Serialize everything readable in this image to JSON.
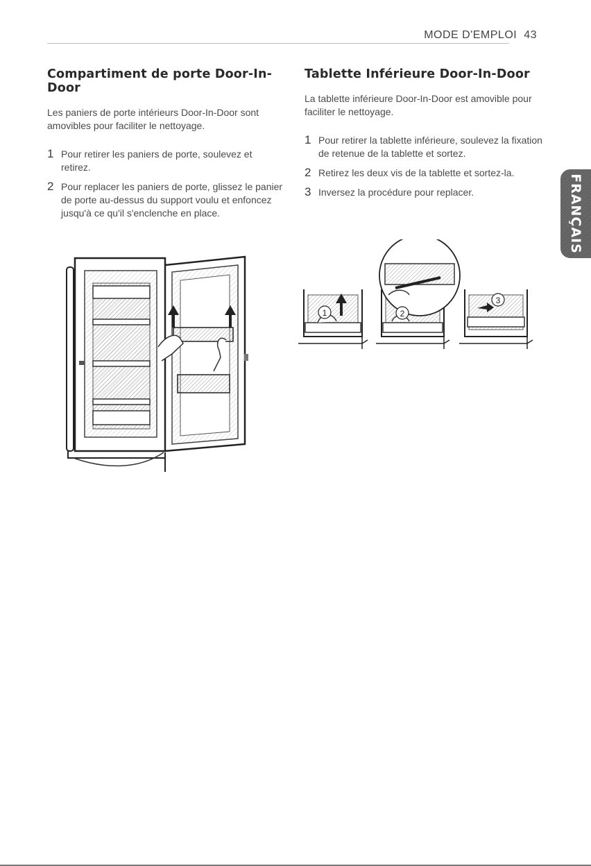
{
  "header": {
    "section": "MODE D'EMPLOI",
    "page_number": "43"
  },
  "left": {
    "title": "Compartiment de porte Door-In-Door",
    "intro": "Les paniers de porte intérieurs Door-In-Door sont amovibles pour faciliter le nettoyage.",
    "steps": [
      {
        "num": "1",
        "text": "Pour retirer les paniers de porte, soulevez et retirez."
      },
      {
        "num": "2",
        "text": "Pour replacer les paniers de porte, glissez le panier de porte au-dessus du support voulu et enfoncez jusqu'à ce qu'il s'enclenche en place."
      }
    ]
  },
  "right": {
    "title": "Tablette Inférieure Door-In-Door",
    "intro": "La tablette inférieure Door-In-Door est amovible pour faciliter le nettoyage.",
    "steps": [
      {
        "num": "1",
        "text": "Pour retirer la tablette inférieure, soulevez la fixation de retenue de la tablette et sortez."
      },
      {
        "num": "2",
        "text": "Retirez les deux vis de la tablette et sortez-la."
      },
      {
        "num": "3",
        "text": "Inversez la procédure pour replacer."
      }
    ]
  },
  "language_tab": "FRANÇAIS",
  "callouts": [
    "1",
    "2",
    "3"
  ]
}
